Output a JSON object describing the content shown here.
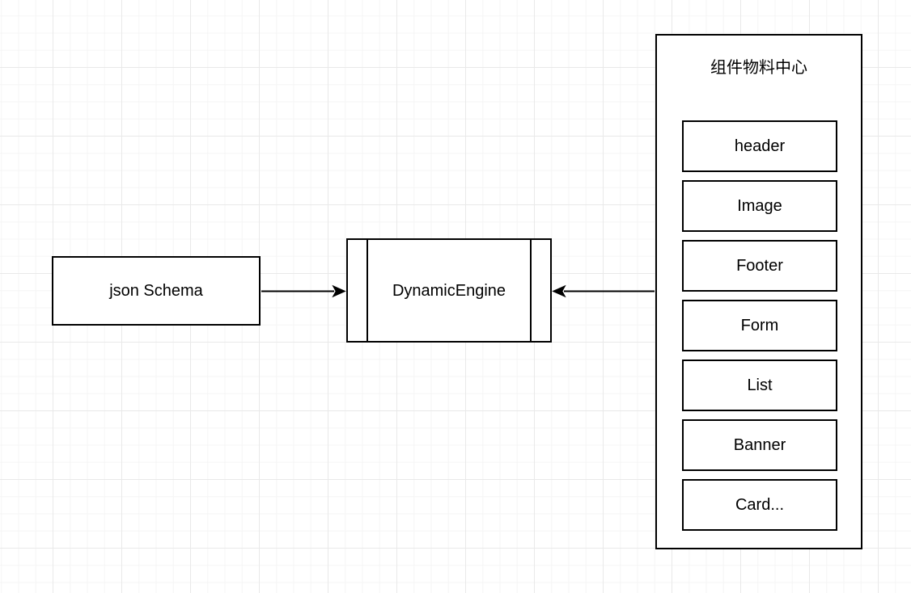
{
  "canvas": {
    "colors": {
      "stroke": "#000000",
      "fill": "#ffffff",
      "grid_minor": "#f5f5f5",
      "grid_major": "#e9e9e9"
    }
  },
  "diagram": {
    "schema_node": {
      "label": "json Schema"
    },
    "engine_node": {
      "label": "DynamicEngine"
    },
    "material_center": {
      "title": "组件物料中心",
      "components": [
        "header",
        "Image",
        "Footer",
        "Form",
        "List",
        "Banner",
        "Card..."
      ]
    }
  }
}
